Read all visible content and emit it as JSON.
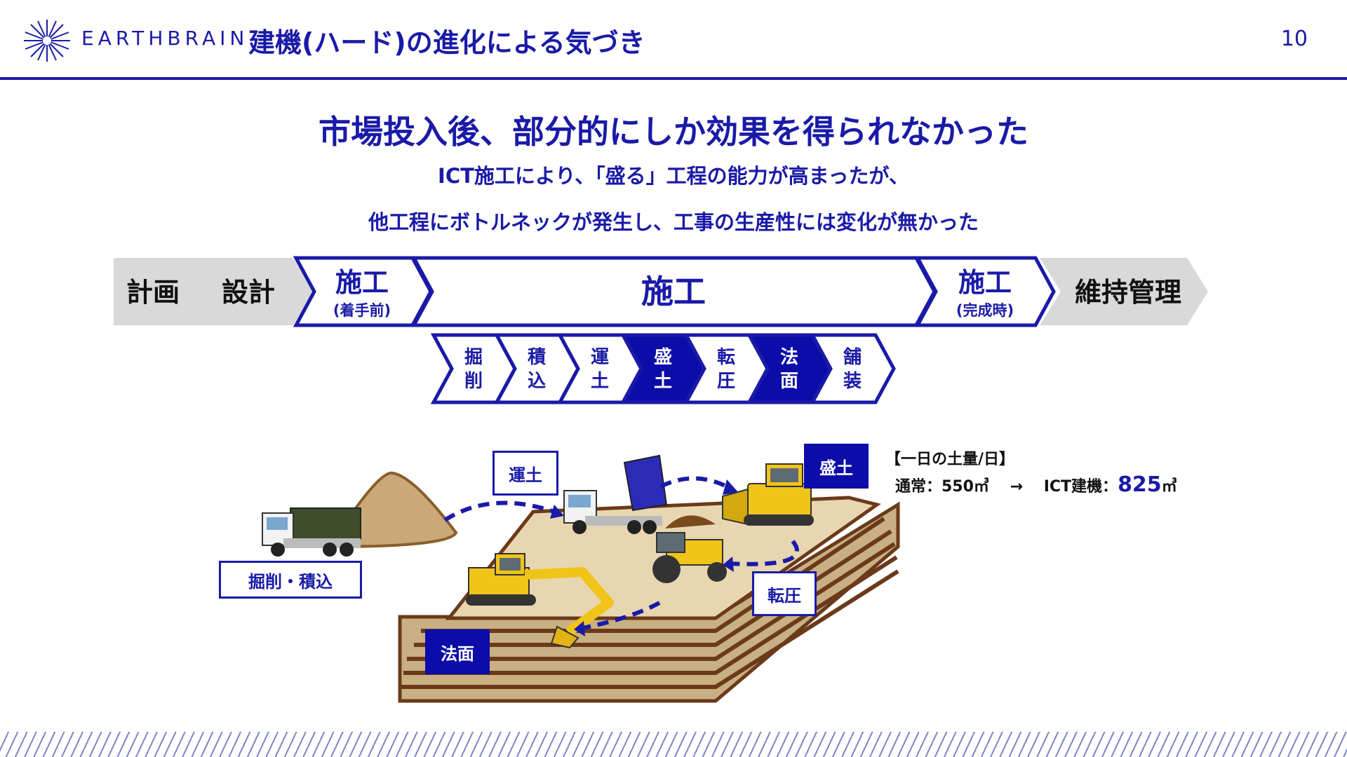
{
  "header": {
    "brand": "EARTHBRAIN",
    "title": "建機(ハード)の進化による気づき",
    "page_number": "10"
  },
  "headline": "市場投入後、部分的にしか効果を得られなかった",
  "subline1": "ICT施工により、「盛る」工程の能力が高まったが、",
  "subline2": "他工程にボトルネックが発生し、工事の生産性には変化が無かった",
  "phases": [
    {
      "label": "計画",
      "sub": ""
    },
    {
      "label": "設計",
      "sub": ""
    },
    {
      "label": "施工",
      "sub": "(着手前)"
    },
    {
      "label": "施工",
      "sub": ""
    },
    {
      "label": "施工",
      "sub": "(完成時)"
    },
    {
      "label": "維持管理",
      "sub": ""
    }
  ],
  "steps": [
    {
      "l1": "掘",
      "l2": "削",
      "highlight": false
    },
    {
      "l1": "積",
      "l2": "込",
      "highlight": false
    },
    {
      "l1": "運",
      "l2": "土",
      "highlight": false
    },
    {
      "l1": "盛",
      "l2": "土",
      "highlight": true
    },
    {
      "l1": "転",
      "l2": "圧",
      "highlight": false
    },
    {
      "l1": "法",
      "l2": "面",
      "highlight": true
    },
    {
      "l1": "舗",
      "l2": "装",
      "highlight": false
    }
  ],
  "labels": {
    "excavate_load": "掘削・積込",
    "transport": "運土",
    "fill": "盛土",
    "compaction": "転圧",
    "slope": "法面"
  },
  "soil_volume": {
    "title": "【一日の土量/日】",
    "normal_label": "通常：550㎥",
    "arrow": "→",
    "ict_label": "ICT建機：",
    "ict_value": "825",
    "ict_unit": "㎥"
  },
  "colors": {
    "brand_blue": "#1a1aa8",
    "highlight_blue": "#0c0ca8",
    "gray_phase": "#d9d9d9",
    "soil": "#d8c29a"
  }
}
